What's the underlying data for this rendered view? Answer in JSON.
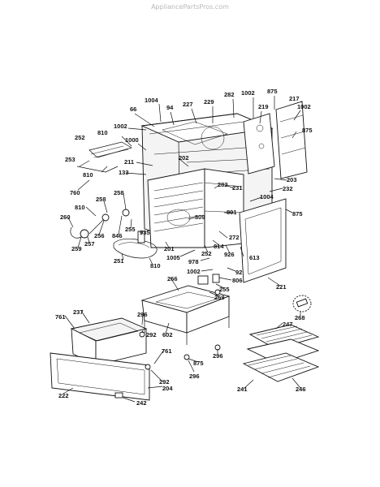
{
  "watermark": "AppliancePartsPros.com",
  "parts": {
    "p1004a": "1004",
    "p66": "66",
    "p94": "94",
    "p227": "227",
    "p229": "229",
    "p282a": "282",
    "p1002a": "1002",
    "p875a": "875",
    "p217": "217",
    "p219": "219",
    "p1002b": "1002",
    "p1002c": "1002",
    "p875b": "875",
    "p252a": "252",
    "p810a": "810",
    "p1000": "1000",
    "p253": "253",
    "p810b": "810",
    "p133": "133",
    "p211": "211",
    "p202": "202",
    "p203": "203",
    "p760": "760",
    "p231": "231",
    "p232": "232",
    "p282b": "282",
    "p1004b": "1004",
    "p258a": "258",
    "p258b": "258",
    "p810c": "810",
    "p809": "809",
    "p801": "801",
    "p875c": "875",
    "p260": "260",
    "p256": "256",
    "p846": "846",
    "p255a": "255",
    "p935": "935",
    "p257": "257",
    "p259": "259",
    "p272": "272",
    "p201": "201",
    "p814": "814",
    "p252b": "252",
    "p926": "926",
    "p1005": "1005",
    "p613": "613",
    "p251": "251",
    "p810d": "810",
    "p978": "978",
    "p92": "92",
    "p1002d": "1002",
    "p806": "806",
    "p255b": "255",
    "p221": "221",
    "p266": "266",
    "p269": "269",
    "p268": "268",
    "p761a": "761",
    "p237": "237",
    "p296a": "296",
    "p292a": "292",
    "p602": "602",
    "p247": "247",
    "p761b": "761",
    "p296b": "296",
    "p875d": "875",
    "p296c": "296",
    "p292b": "292",
    "p222": "222",
    "p204": "204",
    "p242": "242",
    "p241": "241",
    "p246": "246"
  }
}
